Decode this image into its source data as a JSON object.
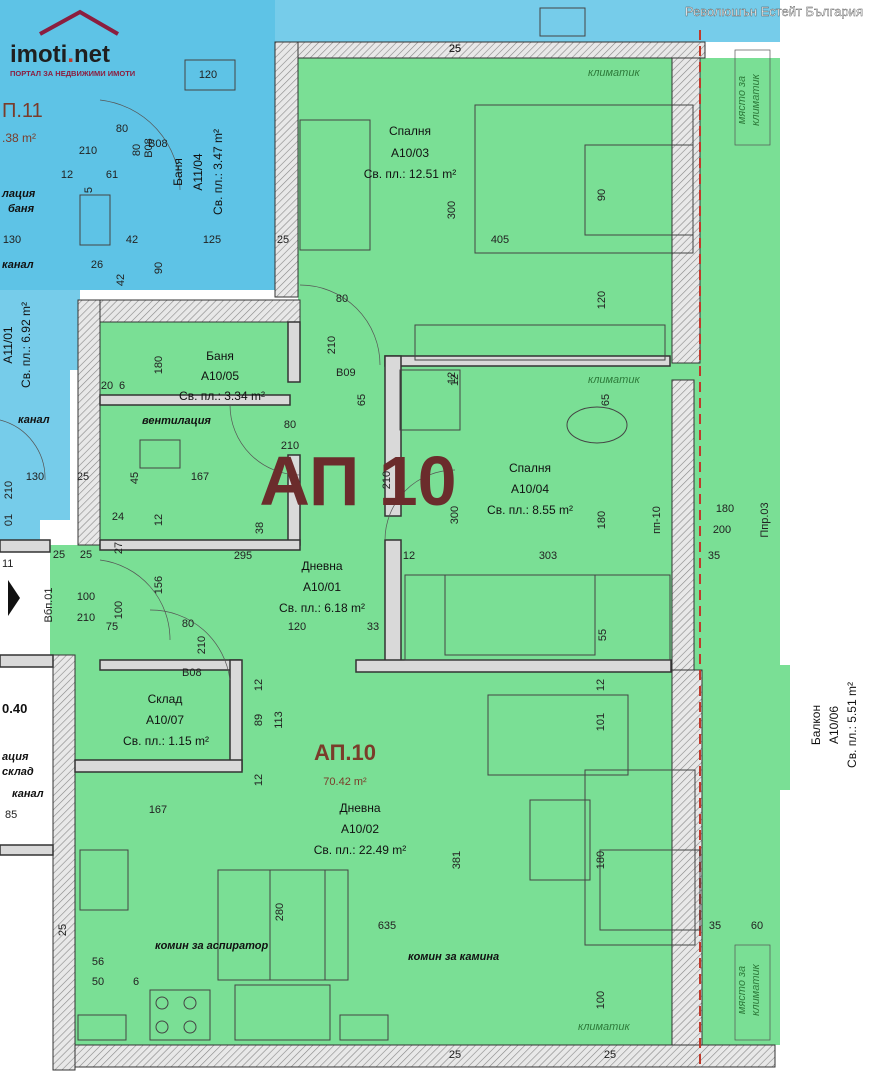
{
  "watermark": "Революшън Естейт България",
  "logo": {
    "main": "imoti",
    "dot": ".",
    "tld": "net",
    "tagline": "ПОРТАЛ ЗА НЕДВИЖИМИ ИМОТИ"
  },
  "apartment": {
    "big_label": "АП 10",
    "label": "АП.10",
    "area": "70.42 m²"
  },
  "neighbor": {
    "label": "П.11",
    "area": ".38 m²",
    "bath_label": "Баня",
    "bath_code": "А11/04",
    "bath_area": "Св. пл.: 3.47 m²",
    "code_partial": "А11/01",
    "area_partial": "Св. пл.: 6.92 m²",
    "vent": "лация",
    "vent2": "баня",
    "canal": "канал",
    "canal2": "канал",
    "b08": "B08"
  },
  "rooms": {
    "bed1": {
      "name": "Спалня",
      "code": "А10/03",
      "area": "Св. пл.: 12.51 m²"
    },
    "bath": {
      "name": "Баня",
      "code": "А10/05",
      "area": "Св. пл.: 3.34 m²"
    },
    "bed2": {
      "name": "Спалня",
      "code": "А10/04",
      "area": "Св. пл.: 8.55 m²"
    },
    "hall": {
      "name": "Дневна",
      "code": "А10/01",
      "area": "Св. пл.: 6.18 m²"
    },
    "storage": {
      "name": "Склад",
      "code": "А10/07",
      "area": "Св. пл.: 1.15 m²"
    },
    "living": {
      "name": "Дневна",
      "code": "А10/02",
      "area": "Св. пл.: 22.49 m²"
    },
    "balcony": {
      "name": "Балкон",
      "code": "А10/06",
      "area": "Св. пл.: 5.51 m²"
    }
  },
  "notes": {
    "vent": "вентилация",
    "chimney_hood": "комин за аспиратор",
    "chimney_fire": "комин за камина",
    "klimatik": "климатик",
    "ac_place1": "място за",
    "ac_place2": "климатик",
    "left_vent1": "ация",
    "left_vent2": "склад",
    "left_canal": "канал",
    "left_040": "0.40",
    "left_85": "85",
    "ppp": "Ппр.03",
    "pp10": "пп-10",
    "vbp": "Вбп.01",
    "door_b08": "B08",
    "door_b09": "B09",
    "eleven": "11"
  },
  "dims": [
    "25",
    "120",
    "80",
    "210",
    "B08",
    "12",
    "61",
    "5",
    "42",
    "130",
    "125",
    "26",
    "42",
    "90",
    "25",
    "80",
    "80",
    "210",
    "65",
    "300",
    "405",
    "90",
    "120",
    "180",
    "20",
    "6",
    "80",
    "210",
    "45",
    "167",
    "25",
    "24",
    "12",
    "38",
    "25",
    "25",
    "27",
    "295",
    "100",
    "210",
    "156",
    "100",
    "75",
    "120",
    "33",
    "80",
    "210",
    "12",
    "89",
    "113",
    "12",
    "167",
    "280",
    "635",
    "381",
    "180",
    "101",
    "12",
    "12",
    "55",
    "303",
    "180",
    "12",
    "300",
    "180",
    "200",
    "35",
    "35",
    "60",
    "100",
    "56",
    "50",
    "6",
    "25",
    "25",
    "25",
    "25",
    "130",
    "210",
    "01",
    "12",
    "65",
    "210"
  ]
}
